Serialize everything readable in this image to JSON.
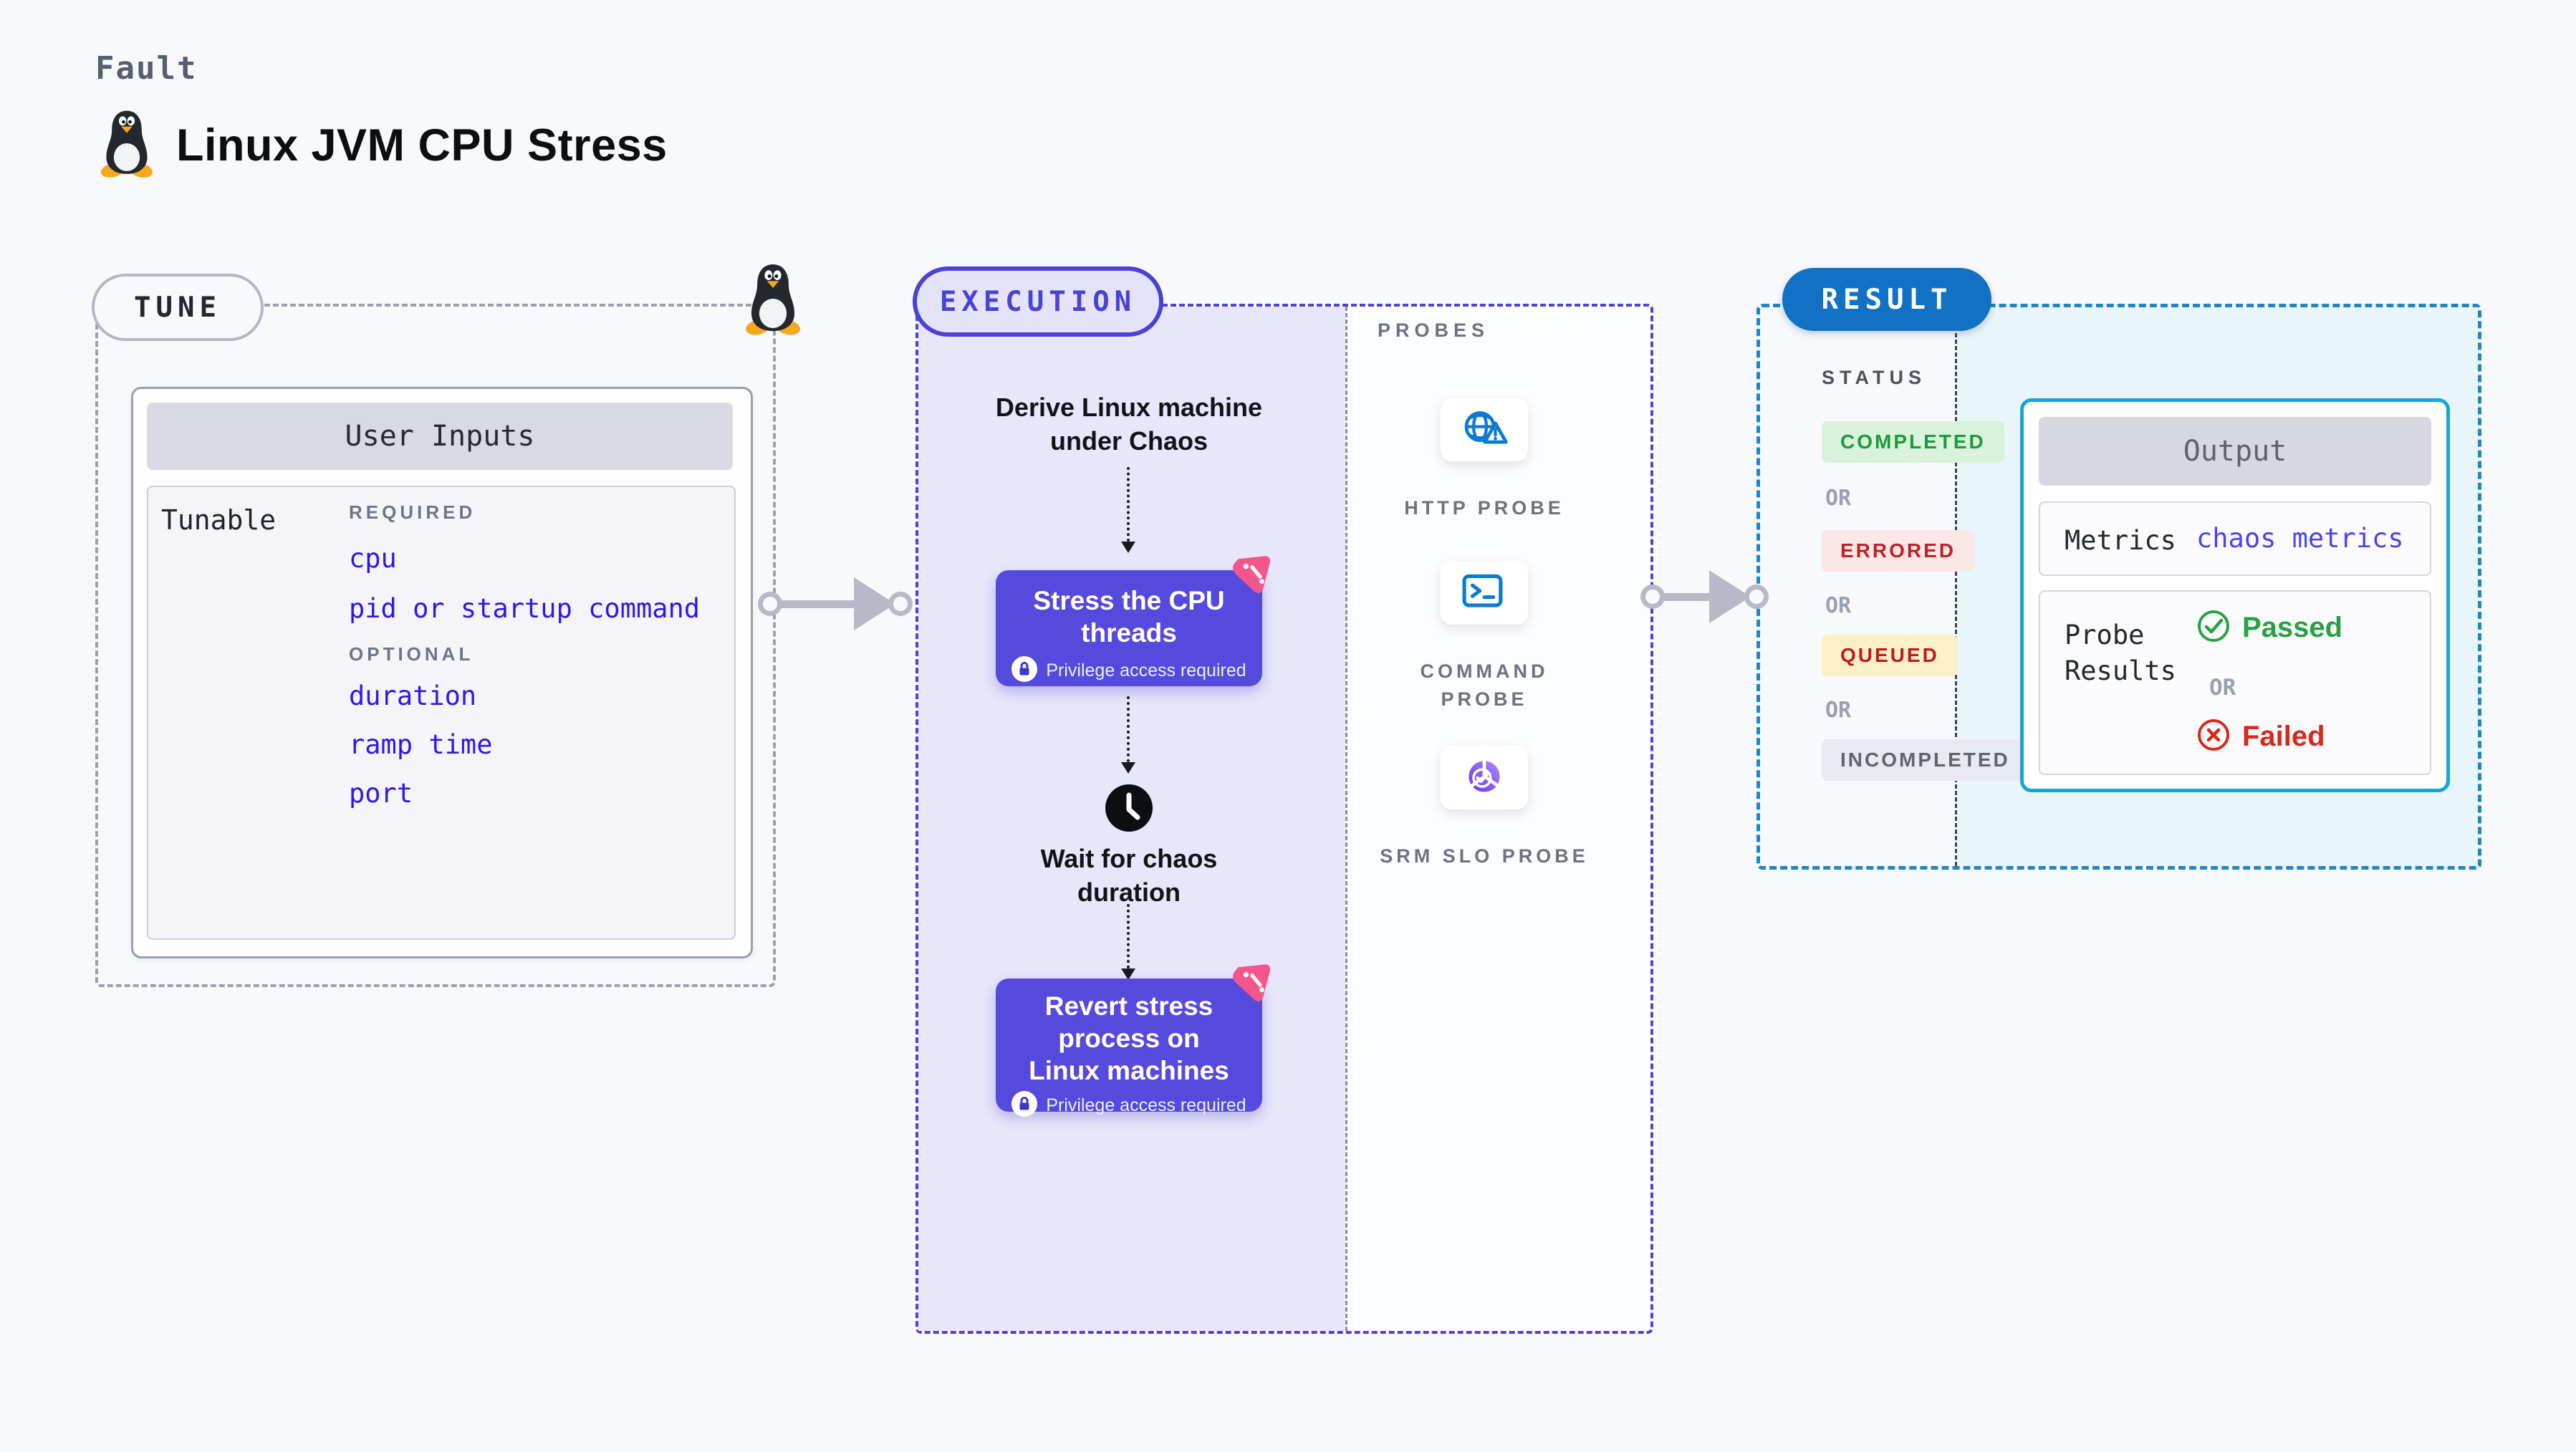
{
  "page": {
    "fault_label": "Fault",
    "title": "Linux JVM CPU Stress"
  },
  "tune": {
    "badge": "TUNE",
    "card_title": "User Inputs",
    "row_label": "Tunable",
    "required_label": "REQUIRED",
    "required_items": [
      "cpu",
      "pid or startup command"
    ],
    "optional_label": "OPTIONAL",
    "optional_items": [
      "duration",
      "ramp time",
      "port"
    ]
  },
  "execution": {
    "badge": "EXECUTION",
    "step_derive": "Derive Linux machine under Chaos",
    "stress": {
      "title": "Stress the CPU threads",
      "note": "Privilege access required"
    },
    "wait": "Wait for chaos duration",
    "revert": {
      "title": "Revert stress process on Linux machines",
      "note": "Privilege access required"
    }
  },
  "probes": {
    "label": "PROBES",
    "items": [
      {
        "name": "HTTP PROBE",
        "icon": "globe-warning-icon"
      },
      {
        "name": "COMMAND PROBE",
        "icon": "terminal-icon"
      },
      {
        "name": "SRM SLO PROBE",
        "icon": "slo-donut-check-icon"
      }
    ]
  },
  "result": {
    "badge": "RESULT",
    "status_label": "STATUS",
    "or_label": "OR",
    "statuses": [
      {
        "label": "COMPLETED",
        "fg": "#1d9a3c",
        "bg": "#d9f2dc"
      },
      {
        "label": "ERRORED",
        "fg": "#c02026",
        "bg": "#fbe7e7"
      },
      {
        "label": "QUEUED",
        "fg": "#bf1b1b",
        "bg": "#fcf0c8"
      },
      {
        "label": "INCOMPLETED",
        "fg": "#5f6570",
        "bg": "#e9eaf1"
      }
    ],
    "output": {
      "title": "Output",
      "metrics_label": "Metrics",
      "metrics_value": "chaos metrics",
      "probe_results_label": "Probe Results",
      "passed_label": "Passed",
      "failed_label": "Failed"
    }
  },
  "colors": {
    "background": "#f8f9fc",
    "accent_indigo": "#4a41d5",
    "button_indigo": "#5549de",
    "lavender_fill": "#e7e6fa",
    "link_blue": "#2d17f0",
    "result_blue": "#1071c5",
    "result_border": "#1c86cb",
    "output_border": "#18a3da",
    "cyan_fill": "#e8f5fb",
    "passed_green": "#27a143",
    "failed_red": "#d6281c",
    "pink_badge": "#f4568c",
    "probe_icon_blue": "#0b7ad2",
    "srm_purple": "#7c3aed"
  }
}
